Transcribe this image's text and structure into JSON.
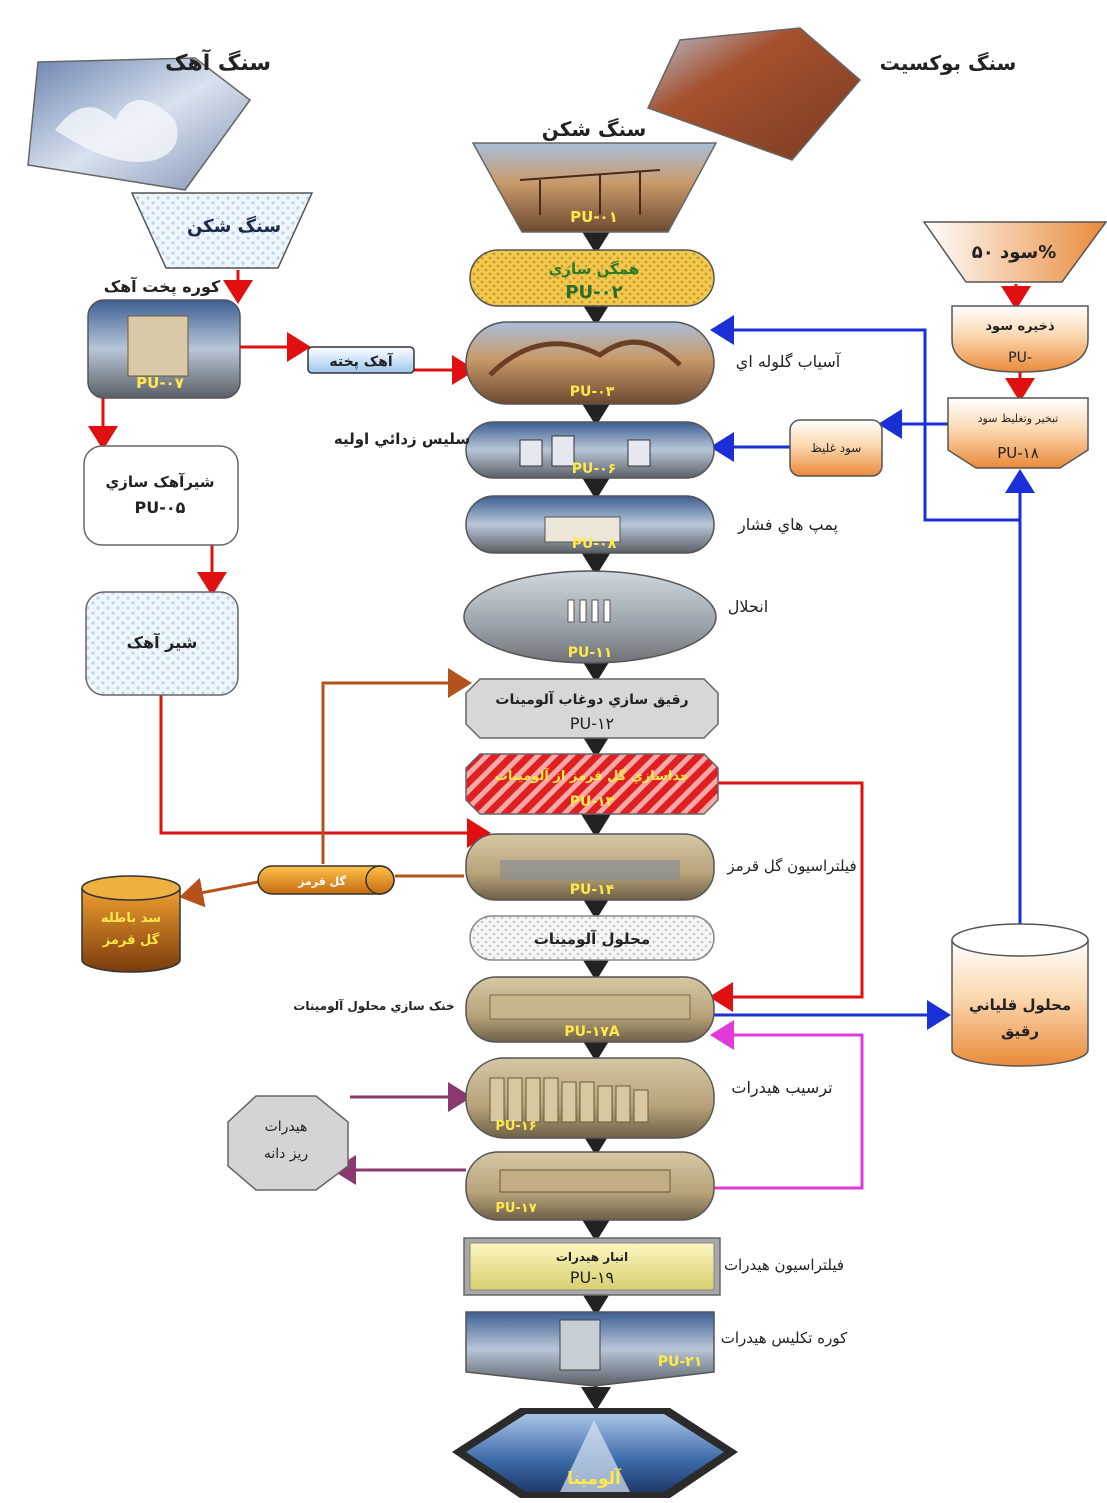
{
  "sources": {
    "limestone": "سنگ آهک",
    "bauxite": "سنگ بوکسیت",
    "crusher_top": "سنگ شکن",
    "lime_crusher": "سنگ شکن",
    "soda_feed": "سود ۵۰%"
  },
  "left_chain": {
    "lime_kiln": "کوره پخت آهک",
    "lime_kiln_code": "PU-۰۷",
    "quicklime": "آهک پخته",
    "slaking": "شیرآهک سازي",
    "slaking_code": "PU-۰۵",
    "milk_of_lime": "شير آهک",
    "red_mud_pipe": "گل قرمز",
    "red_mud_dam": "سد باطله\nگل قرمز",
    "fine_hydrate": "هيدرات\nريز دانه"
  },
  "main_chain": {
    "crusher_code": "PU-۰۱",
    "homogenize": "همگن سازي",
    "homogenize_code": "PU-۰۲",
    "ball_mill": "آسياب گلوله اي",
    "ball_mill_code": "PU-۰۳",
    "desilication": "سليس زدائي اوليه",
    "desilication_code": "PU-۰۶",
    "pressure_pumps": "پمپ هاي فشار",
    "pressure_pumps_code": "PU-۰۸",
    "digestion": "انحلال",
    "digestion_code": "PU-۱۱",
    "dilution": "رقيق سازي دوغاب آلومينات",
    "dilution_code": "PU-۱۲",
    "settling": "جداسازي گل قرمز از آلومينات",
    "settling_code": "PU-۱۳",
    "red_mud_filtration": "فيلتراسيون گل قرمز",
    "red_mud_filtration_code": "PU-۱۴",
    "aluminate_solution": "محلول آلومينات",
    "cooling": "خنک سازي محلول آلومينات",
    "cooling_code": "PU-۱۷A",
    "precipitation": "ترسيب هيدرات",
    "precipitation_code": "PU-۱۶",
    "classification_code": "PU-۱۷",
    "hydrate_storage": "انبار هيدرات",
    "hydrate_storage_code": "PU-۱۹",
    "hydrate_filtration": "فيلتراسيون هيدرات",
    "calcination": "کوره تکليس هيدرات",
    "calcination_code": "PU-۲۱",
    "alumina": "آلومينا"
  },
  "right_chain": {
    "soda_storage": "ذخيره سود",
    "soda_storage_code": "PU-",
    "evaporation": "تبخير وتغليظ سود",
    "evaporation_code": "PU-۱۸",
    "concentrated_soda": "سود غليظ",
    "dilute_liquor": "محلول قلياني\nرقيق"
  },
  "colors": {
    "red_arrow": "#e01010",
    "blue_arrow": "#1a2fd6",
    "brown_arrow": "#b5521b",
    "magenta_arrow": "#e23ad8",
    "purple_arrow": "#8a3a6e",
    "code_yellow": "#ffe84a",
    "orange": "#f0a050"
  }
}
